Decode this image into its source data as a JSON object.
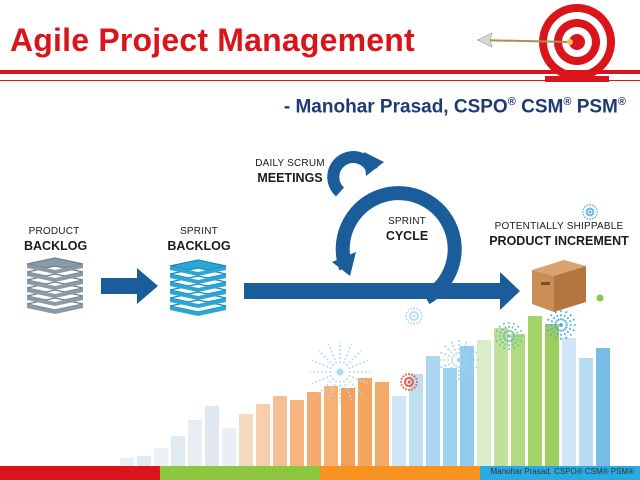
{
  "slide": {
    "title": "Agile Project Management",
    "author_prefix": "- Manohar Prasad, CSPO",
    "author_mid1": " CSM",
    "author_mid2": "  PSM",
    "registered_mark": "®",
    "footer_text": "Manohar Prasad, CSPO® CSM® PSM®"
  },
  "diagram": {
    "product_backlog": {
      "line1": "PRODUCT",
      "line2": "BACKLOG"
    },
    "sprint_backlog": {
      "line1": "SPRINT",
      "line2": "BACKLOG"
    },
    "daily_scrum": {
      "line1": "DAILY SCRUM",
      "line2": "MEETINGS"
    },
    "sprint_cycle": {
      "line1": "SPRINT",
      "line2": "CYCLE"
    },
    "increment": {
      "line1": "POTENTIALLY SHIPPABLE",
      "line2": "PRODUCT INCREMENT"
    }
  },
  "colors": {
    "title_red": "#d9141b",
    "author_navy": "#1f3a73",
    "flow_blue": "#1b5c9b",
    "backlog_gray": "#8a9aa8",
    "sprint_cyan": "#2aa7d6",
    "box_brown": "#c98d55",
    "footer_segments": [
      "#d9141b",
      "#8dc63f",
      "#f7931e",
      "#29abe2"
    ]
  },
  "icons": [
    "target-icon",
    "dart-icon",
    "product-backlog-stack-icon",
    "sprint-backlog-stack-icon",
    "arrow-right-icon",
    "sprint-cycle-loop-icon",
    "product-box-icon",
    "firework-icon",
    "skyline-bars-decoration"
  ]
}
